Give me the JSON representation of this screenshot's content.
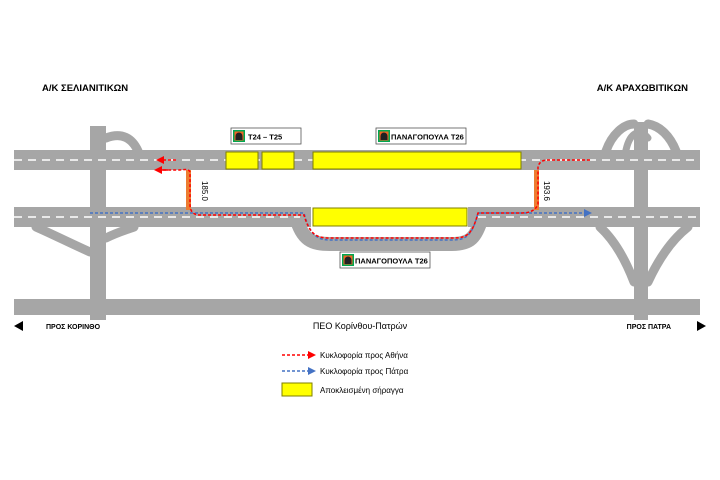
{
  "interchanges": {
    "left": "Α/Κ ΣΕΛΙΑΝΙΤΙΚΩΝ",
    "right": "Α/Κ ΑΡΑΧΩΒΙΤΙΚΩΝ"
  },
  "tunnel_signs": {
    "t24_t25": "Τ24 – Τ25",
    "panagopoula_top": "ΠΑΝΑΓΟΠΟΥΛΑ Τ26",
    "panagopoula_bottom": "ΠΑΝΑΓΟΠΟΥΛΑ Τ26"
  },
  "chainage": {
    "left": "185.0",
    "right": "193.6"
  },
  "road": {
    "old_road": "ΠΕΟ Κορίνθου-Πατρών",
    "to_left": "ΠΡΟΣ ΚΟΡΙΝΘΟ",
    "to_right": "ΠΡΟΣ ΠΑΤΡΑ"
  },
  "legend": {
    "athens": "Κυκλοφορία προς Αθήνα",
    "patra": "Κυκλοφορία προς Πάτρα",
    "closed": "Αποκλεισμένη σήραγγα"
  },
  "colors": {
    "road": "#a6a6a6",
    "lane_marking": "#ffffff",
    "closed_tunnel": "#ffff00",
    "tunnel_outline": "#7f7f00",
    "crossover": "#ed7d31",
    "athens_route": "#ff0000",
    "patra_route": "#4472c4",
    "sign_green": "#00a650",
    "sign_orange": "#f26522"
  }
}
